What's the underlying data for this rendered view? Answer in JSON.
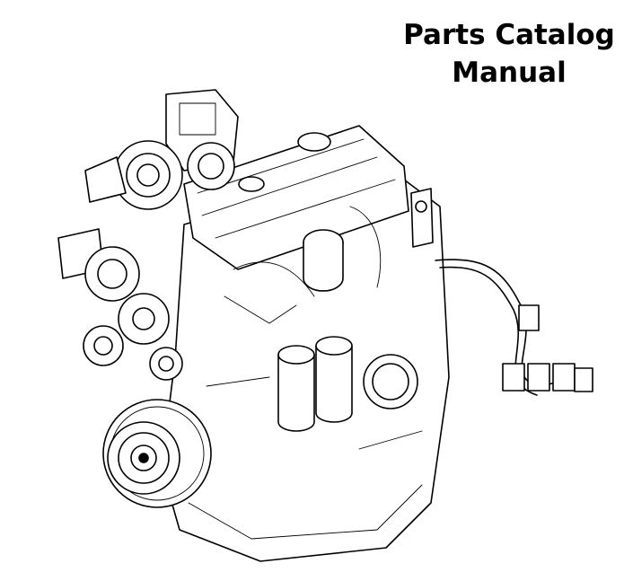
{
  "title": {
    "line1": "Parts Catalog",
    "line2": "Manual"
  },
  "illustration": {
    "subject": "engine-line-drawing"
  }
}
